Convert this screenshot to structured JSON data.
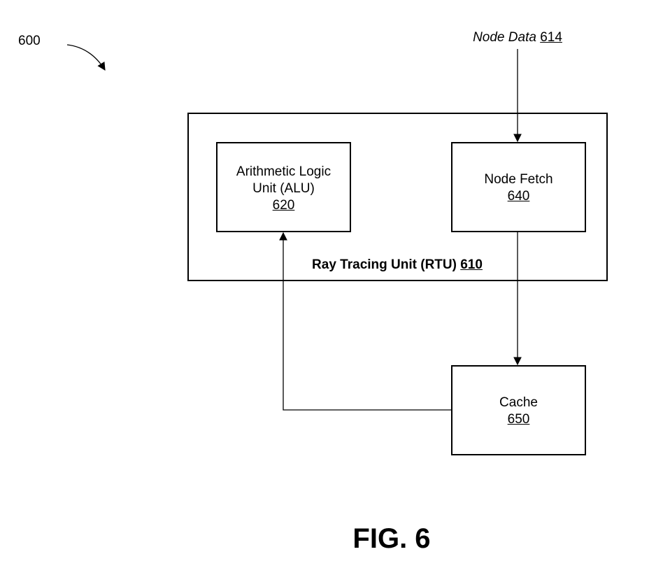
{
  "figure": {
    "reference_number": "600",
    "caption": "FIG. 6"
  },
  "input": {
    "label": "Node Data",
    "ref": "614"
  },
  "rtu": {
    "label": "Ray Tracing Unit (RTU)",
    "ref": "610"
  },
  "alu": {
    "line1": "Arithmetic Logic",
    "line2": "Unit (ALU)",
    "ref": "620"
  },
  "node_fetch": {
    "line1": "Node Fetch",
    "ref": "640"
  },
  "cache": {
    "line1": "Cache",
    "ref": "650"
  },
  "connections": [
    {
      "from": "Node Data 614",
      "to": "Node Fetch 640"
    },
    {
      "from": "Node Fetch 640",
      "to": "Cache 650"
    },
    {
      "from": "Cache 650",
      "to": "Arithmetic Logic Unit (ALU) 620"
    }
  ]
}
